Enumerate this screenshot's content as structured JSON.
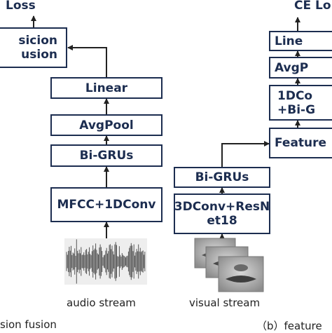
{
  "left_panel": {
    "loss_label": "Loss",
    "decision_fusion_box": [
      "sicion",
      "usion"
    ],
    "linear": "Linear",
    "avgpool": "AvgPool",
    "bigrus": "Bi-GRUs",
    "frontend": "MFCC+1DConv",
    "input_caption": "audio stream",
    "panel_caption": "sion fusion"
  },
  "right_panel": {
    "loss_label": "CE Lo",
    "linear": "Line",
    "avgpool": "AvgP",
    "conv_bigru": [
      "1DCo",
      "+Bi-G"
    ],
    "feature_fusion": "Feature",
    "bigrus": "Bi-GRUs",
    "frontend": [
      "3DConv+ResN",
      "et18"
    ],
    "input_caption": "visual stream",
    "panel_caption": "（b）feature"
  },
  "colors": {
    "box_border": "#1c2d50",
    "text": "#1c2d50",
    "wire": "#222222"
  }
}
